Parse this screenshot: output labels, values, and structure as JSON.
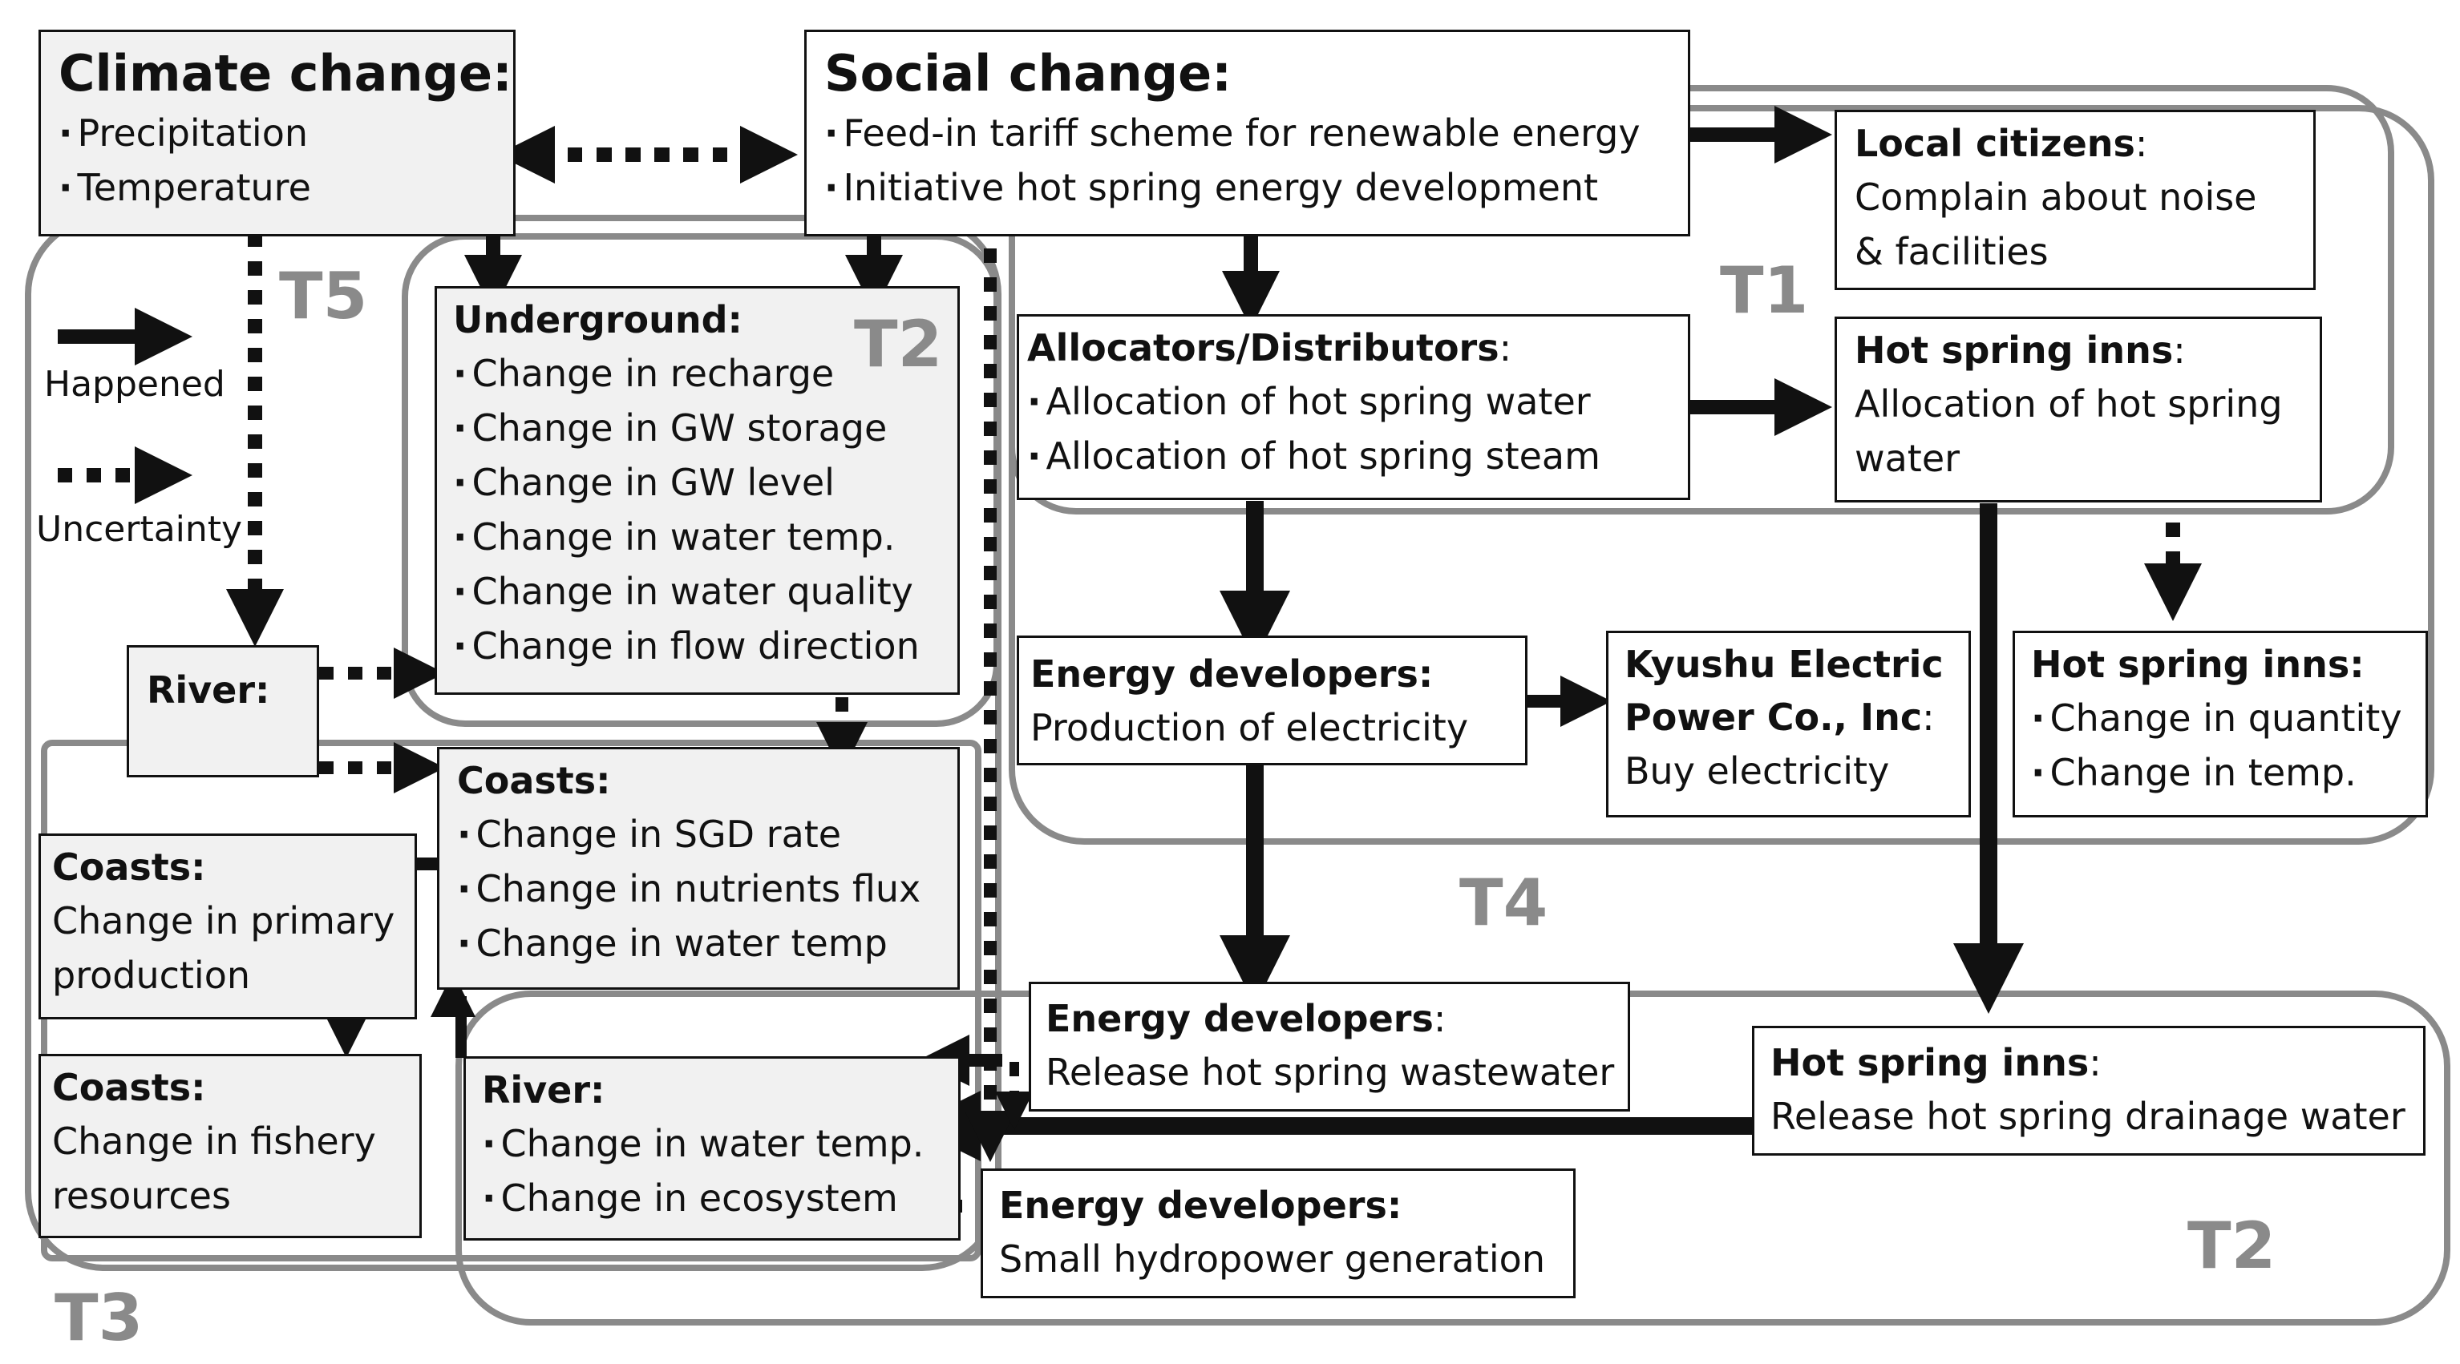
{
  "boxes": {
    "climate": {
      "title": "Climate change:",
      "items": [
        "Precipitation",
        "Temperature"
      ]
    },
    "social": {
      "title": "Social change:",
      "items": [
        "Feed-in tariff scheme for renewable energy",
        "Initiative hot spring energy development"
      ]
    },
    "citizens": {
      "title": "Local citizens",
      "suffix": ":",
      "lines": [
        "Complain about noise",
        "& facilities"
      ]
    },
    "allocators": {
      "title": "Allocators/Distributors",
      "suffix": ":",
      "items": [
        "Allocation of hot spring water",
        "Allocation of hot spring steam"
      ]
    },
    "inns_alloc": {
      "title": "Hot spring inns",
      "suffix": ":",
      "lines": [
        "Allocation of hot spring",
        "water"
      ]
    },
    "underground": {
      "title": "Underground:",
      "items": [
        "Change in recharge",
        "Change in GW storage",
        "Change in GW level",
        "Change in water temp.",
        "Change in water quality",
        "Change in flow direction"
      ]
    },
    "river_top": {
      "title": "River:"
    },
    "energy_elec": {
      "title": "Energy developers:",
      "lines": [
        "Production of electricity"
      ]
    },
    "kyushu": {
      "title_lines": [
        "Kyushu Electric",
        "Power Co., Inc"
      ],
      "suffix": ":",
      "lines": [
        "Buy electricity"
      ]
    },
    "inns_change": {
      "title": "Hot spring inns:",
      "items": [
        "Change in quantity",
        "Change in temp."
      ]
    },
    "coasts_sgd": {
      "title": "Coasts:",
      "items": [
        "Change in SGD rate",
        "Change in nutrients flux",
        "Change in water temp"
      ]
    },
    "coasts_primary": {
      "title": "Coasts:",
      "lines": [
        "Change in primary",
        "production"
      ]
    },
    "coasts_fishery": {
      "title": "Coasts:",
      "lines": [
        "Change in fishery",
        "resources"
      ]
    },
    "river_bottom": {
      "title": "River:",
      "items": [
        "Change in water temp.",
        "Change in ecosystem"
      ]
    },
    "energy_waste": {
      "title": "Energy developers",
      "suffix": ":",
      "lines": [
        "Release hot spring wastewater"
      ]
    },
    "inns_drain": {
      "title": "Hot spring inns",
      "suffix": ":",
      "lines": [
        "Release hot spring drainage water"
      ]
    },
    "energy_hydro": {
      "title": "Energy developers:",
      "lines": [
        "Small hydropower generation"
      ]
    }
  },
  "legend": {
    "happened": "Happened",
    "uncertainty": "Uncertainty"
  },
  "themes": {
    "t1": "T1",
    "t2_upper": "T2",
    "t2_lower": "T2",
    "t3": "T3",
    "t4": "T4",
    "t5": "T5"
  },
  "colors": {
    "line": "#111111",
    "theme_outline": "#8a8a8a",
    "grey_box": "#f1f1f1"
  }
}
